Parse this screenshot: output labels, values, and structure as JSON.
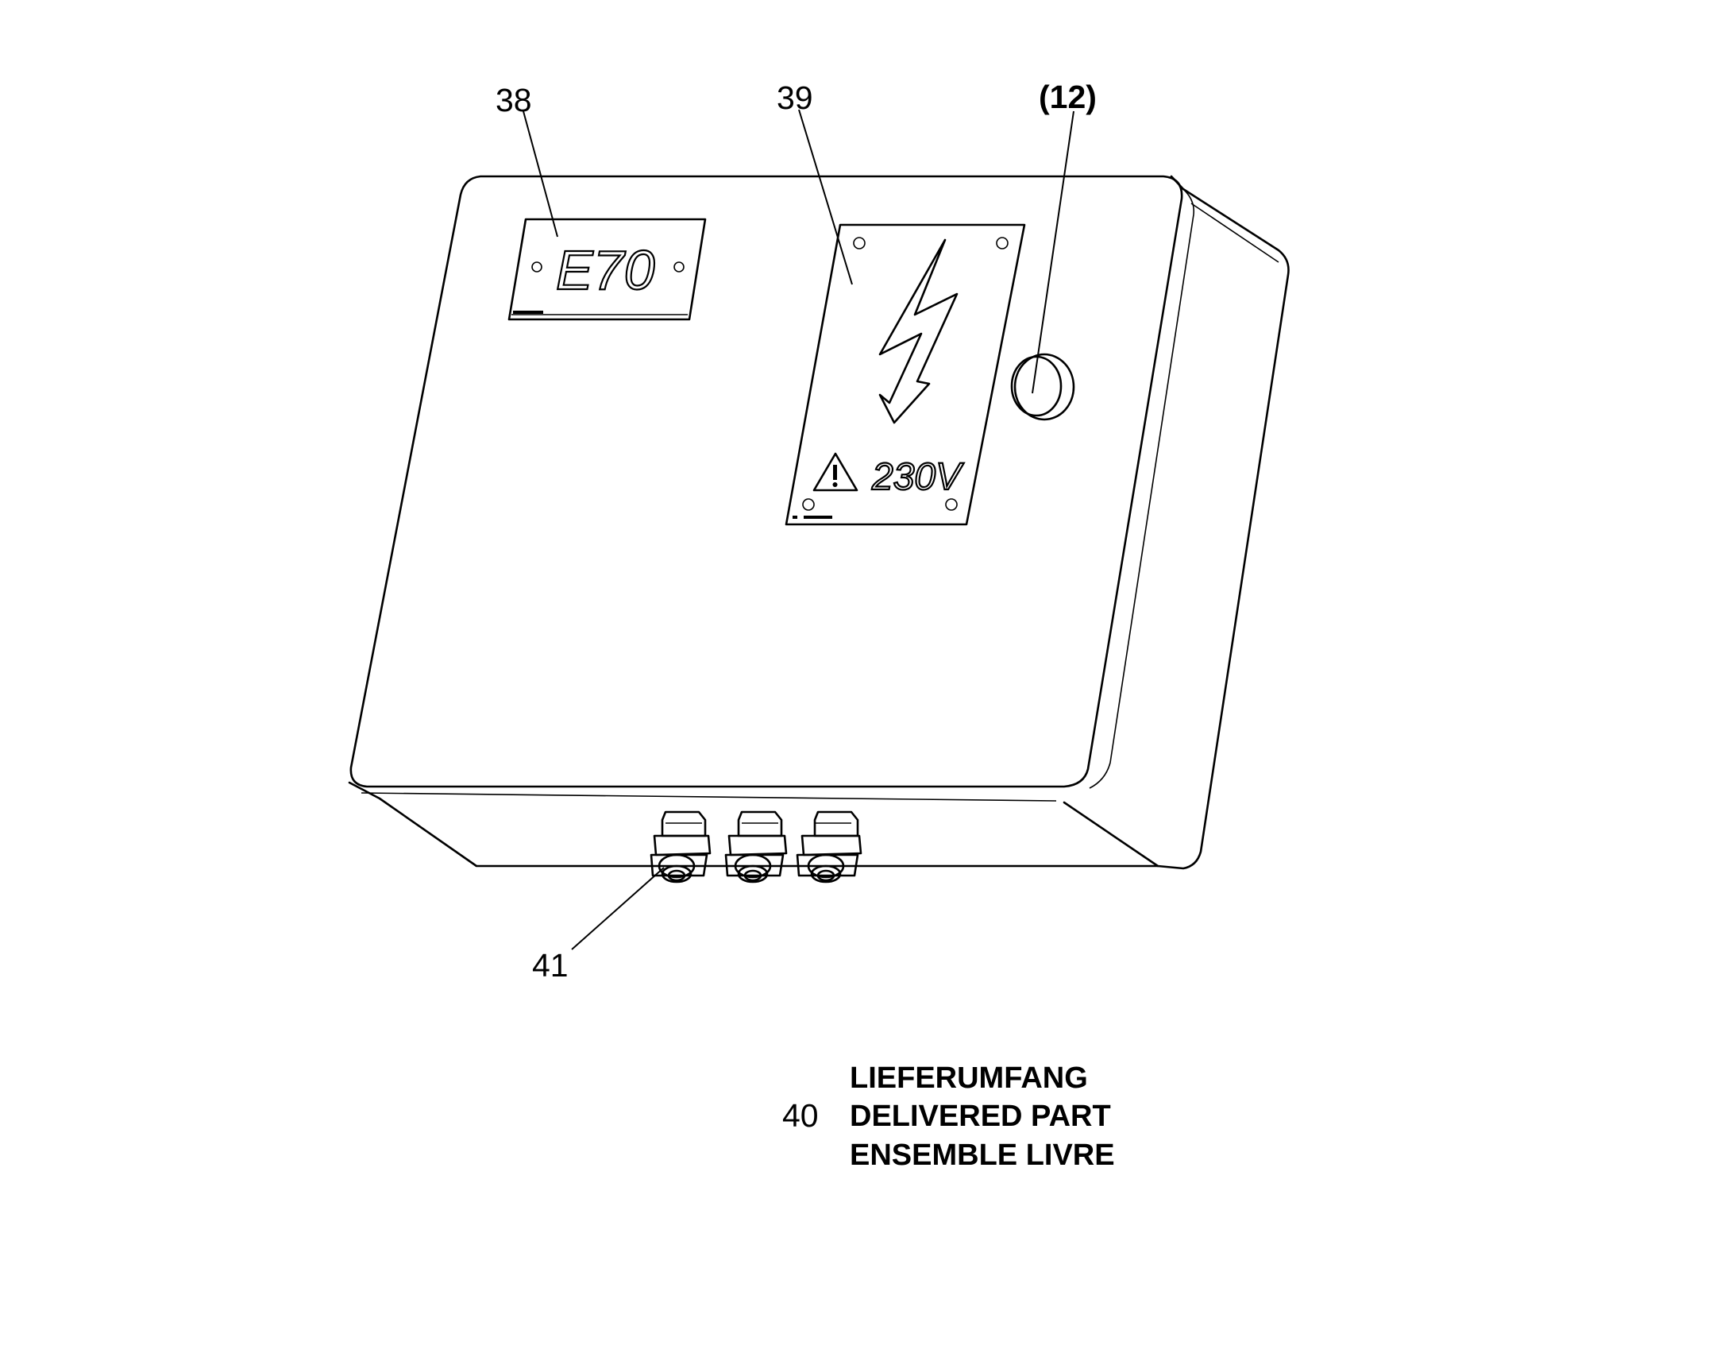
{
  "callouts": {
    "label_plate": "38",
    "warning_plate": "39",
    "indicator": "(12)",
    "cable_glands": "41"
  },
  "plates": {
    "model_text": "E70",
    "voltage_text": "230V"
  },
  "legend": {
    "number": "40",
    "line_de": "LIEFERUMFANG",
    "line_en": "DELIVERED PART",
    "line_fr": "ENSEMBLE LIVRE"
  }
}
